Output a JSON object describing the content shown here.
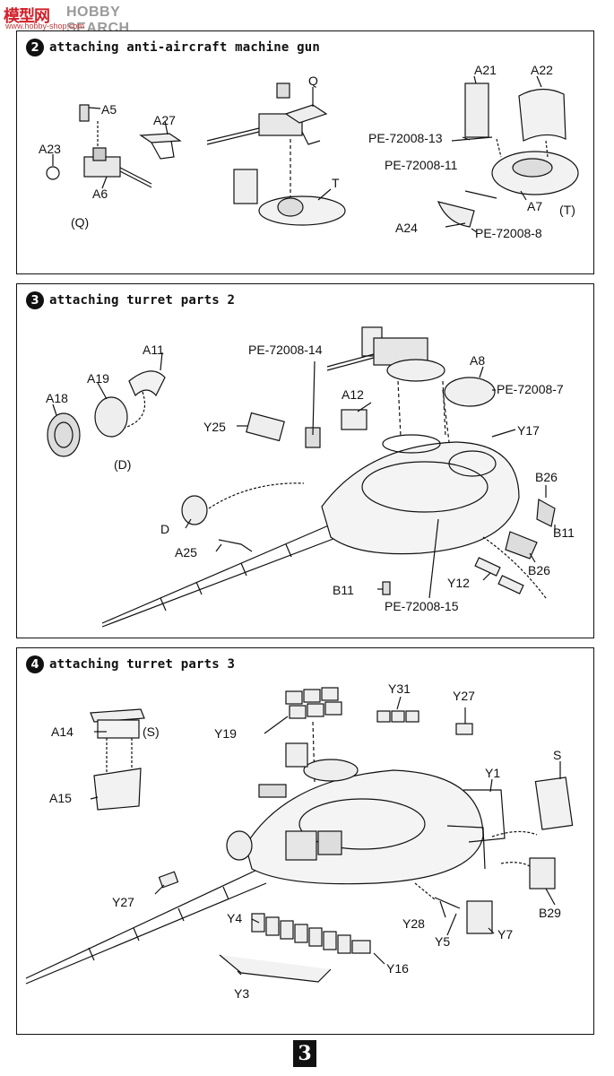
{
  "watermark": {
    "logo": "模型网",
    "brand": "HOBBY SEARCH",
    "url": "www.hobby-shop.com"
  },
  "steps": [
    {
      "number": "2",
      "title": "attaching anti-aircraft machine gun",
      "labels": [
        "A5",
        "A27",
        "A23",
        "A6",
        "(Q)",
        "Q",
        "T",
        "A21",
        "A22",
        "PE-72008-13",
        "PE-72008-11",
        "A7",
        "(T)",
        "A24",
        "PE-72008-8"
      ]
    },
    {
      "number": "3",
      "title": "attaching turret parts 2",
      "labels": [
        "A11",
        "A19",
        "A18",
        "(D)",
        "PE-72008-14",
        "A8",
        "PE-72008-7",
        "A12",
        "Y17",
        "Y25",
        "B26",
        "B11",
        "D",
        "A25",
        "B26",
        "Y12",
        "B11",
        "PE-72008-15"
      ]
    },
    {
      "number": "4",
      "title": "attaching turret parts 3",
      "labels": [
        "Y31",
        "Y27",
        "A14",
        "(S)",
        "Y19",
        "A15",
        "Y1",
        "S",
        "Y27",
        "B29",
        "Y4",
        "Y28",
        "Y7",
        "Y5",
        "Y16",
        "Y3"
      ]
    }
  ],
  "page_number": "3"
}
